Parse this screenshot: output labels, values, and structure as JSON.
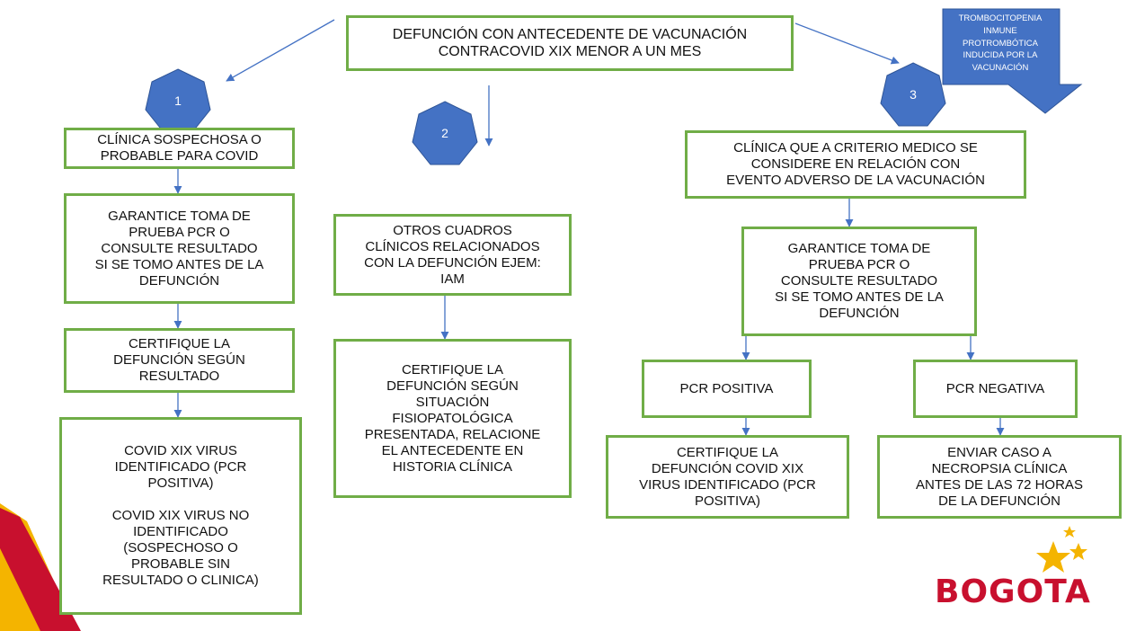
{
  "colors": {
    "box_border": "#70ad47",
    "shape_fill": "#4472c4",
    "connector": "#4472c4",
    "accent_red": "#c8102e",
    "accent_yellow": "#f4b400"
  },
  "root": {
    "text": "DEFUNCIÓN CON ANTECEDENTE DE VACUNACIÓN\nCONTRACOVID XIX MENOR A UN MES"
  },
  "branches": {
    "b1": {
      "number": "1"
    },
    "b2": {
      "number": "2"
    },
    "b3": {
      "number": "3"
    }
  },
  "callout": {
    "text": "TROMBOCITOPENIA\nINMUNE PROTROMBÓTICA\nINDUCIDA POR LA\nVACUNACIÓN"
  },
  "boxes": {
    "b1_clinica": "CLÍNICA SOSPECHOSA O\nPROBABLE PARA COVID",
    "b1_garantice": "GARANTICE TOMA DE\nPRUEBA PCR O\nCONSULTE RESULTADO\nSI SE TOMO ANTES DE LA\nDEFUNCIÓN",
    "b1_certifique": "CERTIFIQUE LA\nDEFUNCIÓN SEGÚN\nRESULTADO",
    "b1_resultado": "COVID XIX VIRUS\nIDENTIFICADO (PCR\nPOSITIVA)\n\nCOVID XIX VIRUS NO\nIDENTIFICADO\n(SOSPECHOSO O\nPROBABLE SIN\nRESULTADO O CLINICA)",
    "b2_otros": "OTROS CUADROS\nCLÍNICOS RELACIONADOS\nCON LA DEFUNCIÓN EJEM:\nIAM",
    "b2_certifique": "CERTIFIQUE LA\nDEFUNCIÓN SEGÚN\nSITUACIÓN\nFISIOPATOLÓGICA\nPRESENTADA, RELACIONE\nEL ANTECEDENTE EN\nHISTORIA CLÍNICA",
    "b3_clinica": "CLÍNICA QUE A CRITERIO MEDICO SE\nCONSIDERE EN RELACIÓN CON\nEVENTO ADVERSO DE LA VACUNACIÓN",
    "b3_garantice": "GARANTICE TOMA DE\nPRUEBA PCR O\nCONSULTE RESULTADO\nSI SE TOMO ANTES DE LA\nDEFUNCIÓN",
    "b3_pcr_pos": "PCR POSITIVA",
    "b3_pcr_neg": "PCR NEGATIVA",
    "b3_certifique": "CERTIFIQUE LA\nDEFUNCIÓN COVID XIX\nVIRUS IDENTIFICADO (PCR\nPOSITIVA)",
    "b3_enviar": "ENVIAR CASO A\nNECROPSIA CLÍNICA\nANTES DE LAS 72 HORAS\nDE LA DEFUNCIÓN"
  },
  "logo": {
    "word": "BOGOTA"
  }
}
